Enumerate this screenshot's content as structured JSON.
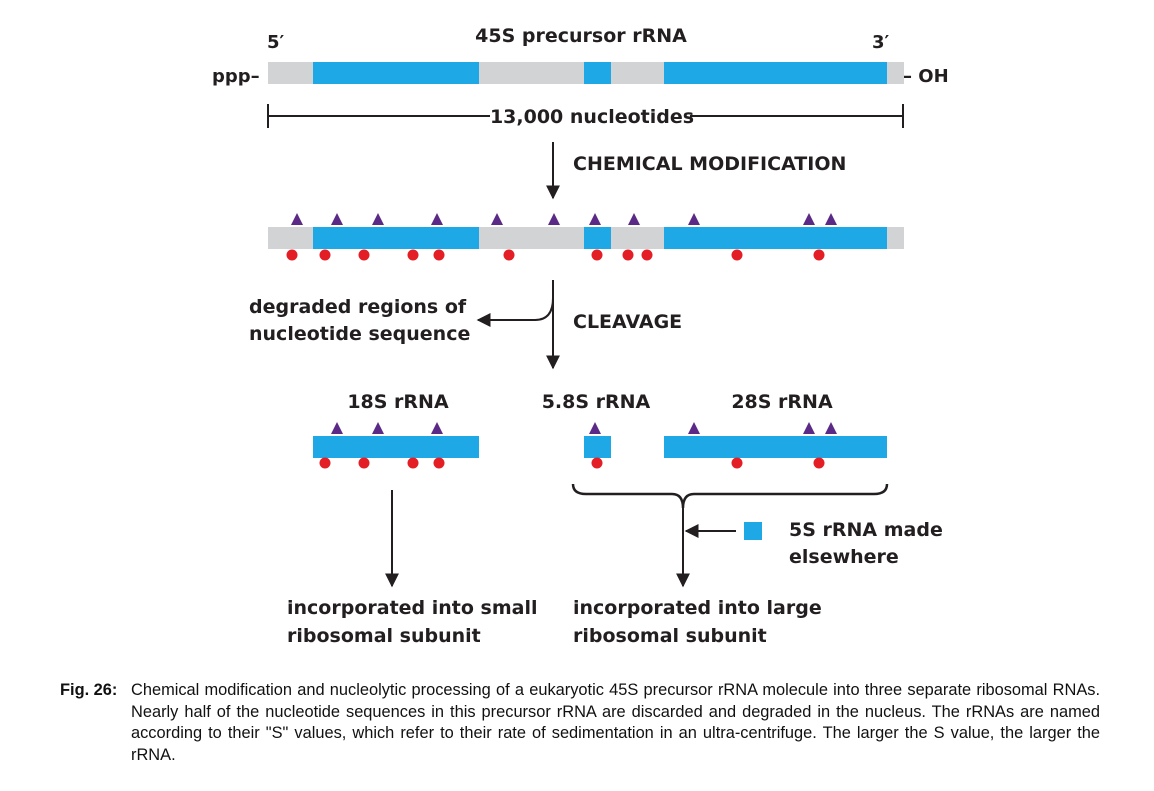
{
  "diagram": {
    "precursor_title": "45S precursor rRNA",
    "five_prime": "5′",
    "three_prime": "3′",
    "ppp": "ppp–",
    "oh": "– OH",
    "length_label": "13,000 nucleotides",
    "step1_label": "CHEMICAL MODIFICATION",
    "step2_label": "CLEAVAGE",
    "degraded_line1": "degraded regions of",
    "degraded_line2": "nucleotide sequence",
    "rrna_18s": "18S rRNA",
    "rrna_58s": "5.8S rRNA",
    "rrna_28s": "28S rRNA",
    "rrna_5s_line1": "5S rRNA made",
    "rrna_5s_line2": "elsewhere",
    "small_line1": "incorporated into small",
    "small_line2": "ribosomal subunit",
    "large_line1": "incorporated into large",
    "large_line2": "ribosomal subunit",
    "legend_mod_triangle": "purple-triangle-modification",
    "legend_mod_dot": "red-dot-modification"
  },
  "colors": {
    "rrna": "#1ea8e6",
    "spacer": "#d1d3d4",
    "triangle": "#5b2a86",
    "dot": "#e31e24",
    "ink": "#231f20"
  },
  "caption": {
    "label": "Fig. 26:",
    "text": "Chemical modification and nucleolytic processing of a eukaryotic 45S precursor rRNA molecule into three separate ribosomal RNAs. Nearly half of the nucleotide sequences in this precursor rRNA are discarded and degraded in the nucleus. The rRNAs are named according to their \"S\" values, which refer to their rate of sedimentation in an ultra-centrifuge. The larger the S value, the larger the rRNA."
  }
}
